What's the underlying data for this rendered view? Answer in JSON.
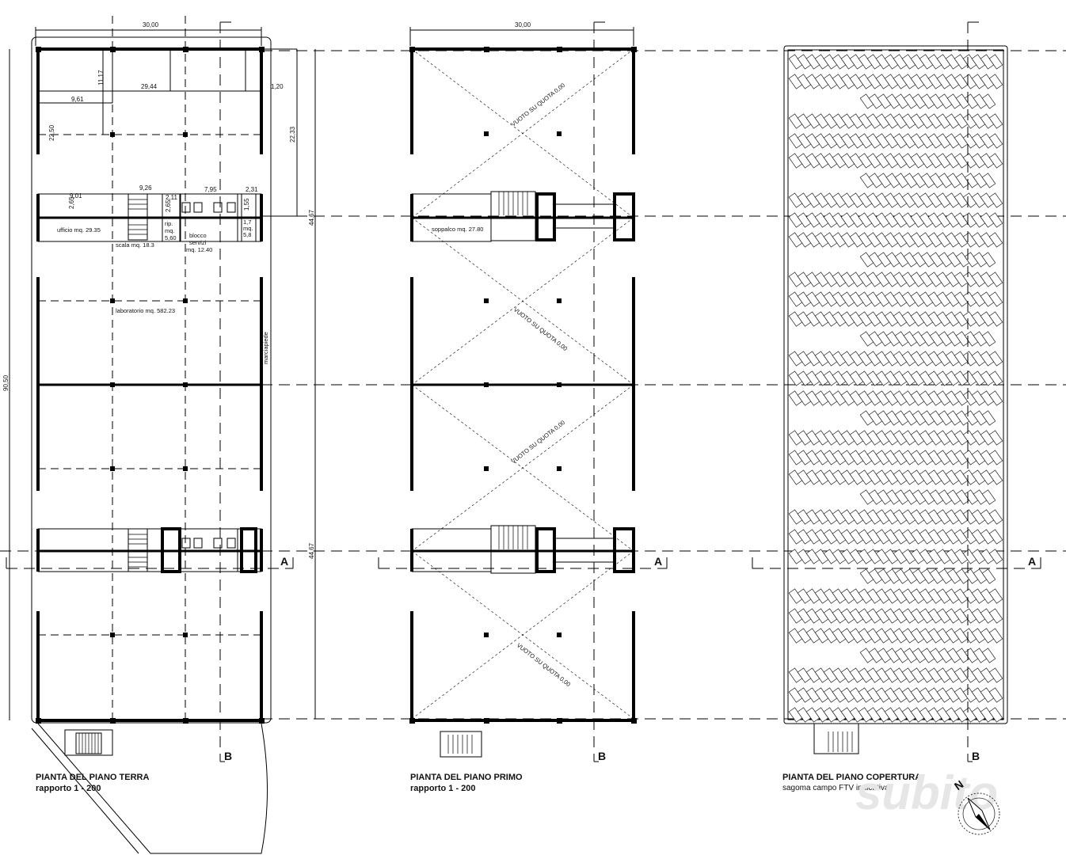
{
  "plans": {
    "ground": {
      "title": "PIANTA DEL PIANO TERRA",
      "scale": "rapporto 1 - 200",
      "dims": {
        "width_top": "30,00",
        "inner_width": "29,44",
        "d_1_20": "1,20",
        "d_9_61": "9,61",
        "d_11_17": "11,17",
        "d_22_50": "22,50",
        "d_22_33": "22,33",
        "d_9_26": "9,26",
        "d_9_01": "9,01",
        "d_2_65a": "2,65",
        "d_2_11": "2,11",
        "d_2_65b": "2,65",
        "d_7_95": "7,95",
        "d_2_31": "2,31",
        "d_1_55": "1,55",
        "total_height": "90,50",
        "half_top": "44,67",
        "half_bottom": "44,67"
      },
      "rooms": {
        "office": "ufficio mq. 29.35",
        "stair": "scala mq. 18.3",
        "storage_1": "rip.",
        "storage_2": "mq.",
        "storage_3": "5,60",
        "services_1": "blocco",
        "services_2": "servizi",
        "services_3": "mq. 12.40",
        "small_1": "1,7",
        "small_2": "mq.",
        "small_3": "5,8",
        "lab": "laboratorio mq. 582.23",
        "sidewalk": "marciapiede"
      }
    },
    "first": {
      "title": "PIANTA DEL PIANO PRIMO",
      "scale": "rapporto 1 - 200",
      "width_top": "30,00",
      "mezzanine": "soppalco mq. 27.80",
      "void_label": "VUOTO SU QUOTA 0,00"
    },
    "roof": {
      "title": "PIANTA DEL PIANO COPERTURA",
      "subtitle": "sagoma campo FTV indicativa"
    }
  },
  "sections": {
    "a": "A",
    "b": "B"
  },
  "compass": {
    "north": "N"
  },
  "watermark": "subito"
}
